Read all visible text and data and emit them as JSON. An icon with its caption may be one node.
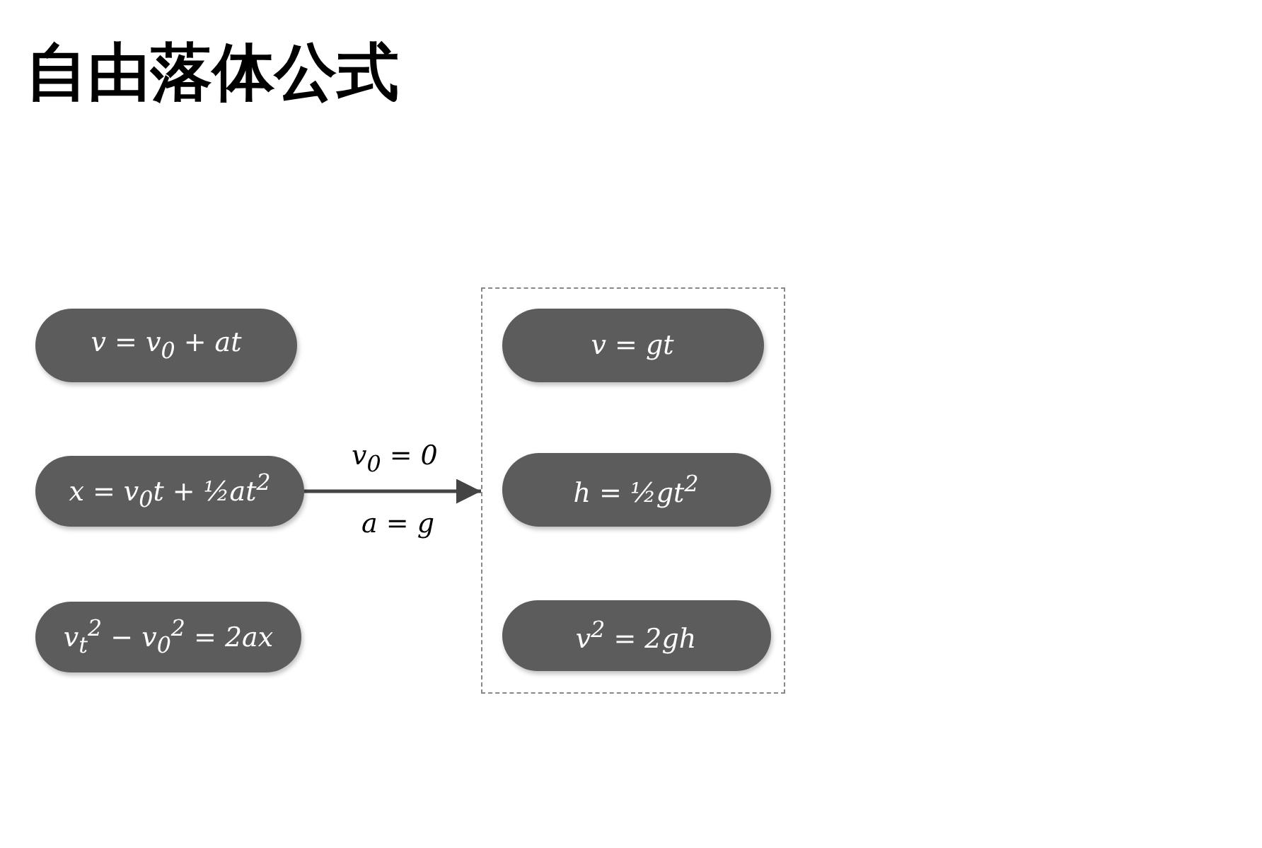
{
  "diagram": {
    "title": "自由落体公式",
    "nodes": [
      {
        "text": [
          "v = v$_{0}$ + at"
        ]
      },
      {
        "text": [
          "x = v$_{0}$t + ½at$^{2}$"
        ]
      },
      {
        "text": [
          "v$_{t}$$^{2}$ − v$_{0}$$^{2}$ = 2ax"
        ]
      },
      {
        "text": [],
        "shape": "box"
      },
      {
        "text": [
          "v = gt"
        ],
        "in": 3
      },
      {
        "text": [
          "h = ½gt$^{2}$"
        ],
        "in": 3
      },
      {
        "text": [
          "v$^{2}$ = 2gh"
        ],
        "in": 3
      }
    ],
    "edges": [
      {
        "from": 1,
        "to": 3,
        "arrow": "to",
        "label": "v$_{0}$ = 0"
      }
    ],
    "labels": [
      "a = g"
    ]
  }
}
